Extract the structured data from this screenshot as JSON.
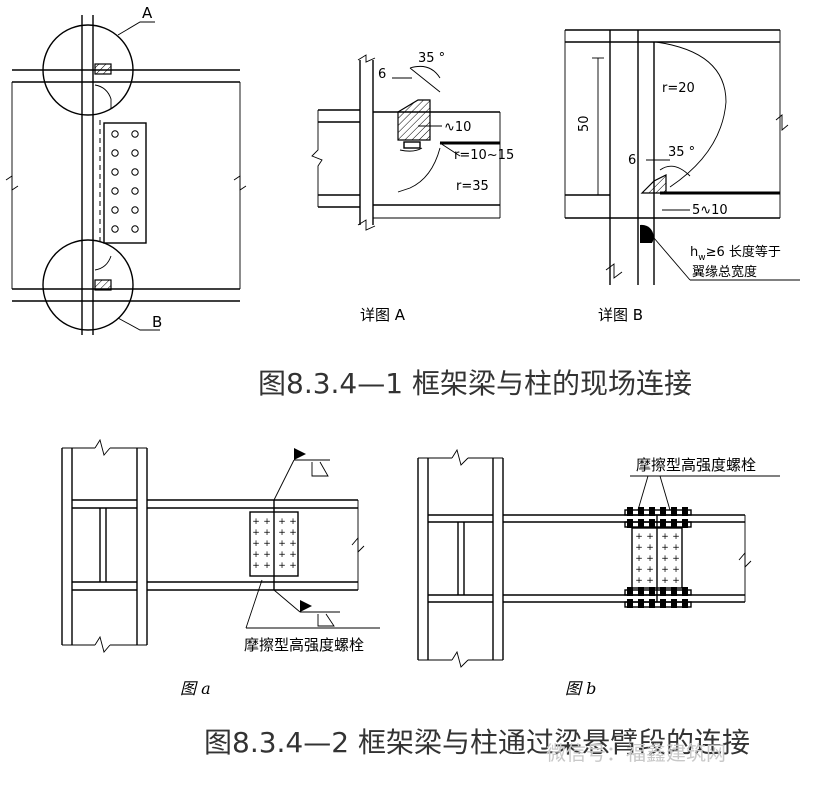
{
  "figure1": {
    "label_a": "A",
    "label_b": "B",
    "detail_a": {
      "title": "详图 A",
      "dim_6": "6",
      "angle": "35 °",
      "weld_10": "∿10",
      "r_10_15": "r=10~15",
      "r_35": "r=35"
    },
    "detail_b": {
      "title": "详图 B",
      "r_20": "r=20",
      "dim_50": "50",
      "dim_6": "6",
      "angle": "35 °",
      "weld_5_10": "5∿10",
      "hw": "h",
      "hw_sub": "w",
      "hw_rest": "≥6  长度等于",
      "flange_width": "翼缘总宽度"
    },
    "caption": "图8.3.4—1  框架梁与柱的现场连接"
  },
  "figure2": {
    "bolt_label_a": "摩擦型高强度螺栓",
    "bolt_label_b": "摩擦型高强度螺栓",
    "sub_a": "图 a",
    "sub_b": "图 b",
    "caption": "图8.3.4—2  框架梁与柱通过梁悬臂段的连接"
  },
  "watermark": "微信号：福鑫建筑网"
}
